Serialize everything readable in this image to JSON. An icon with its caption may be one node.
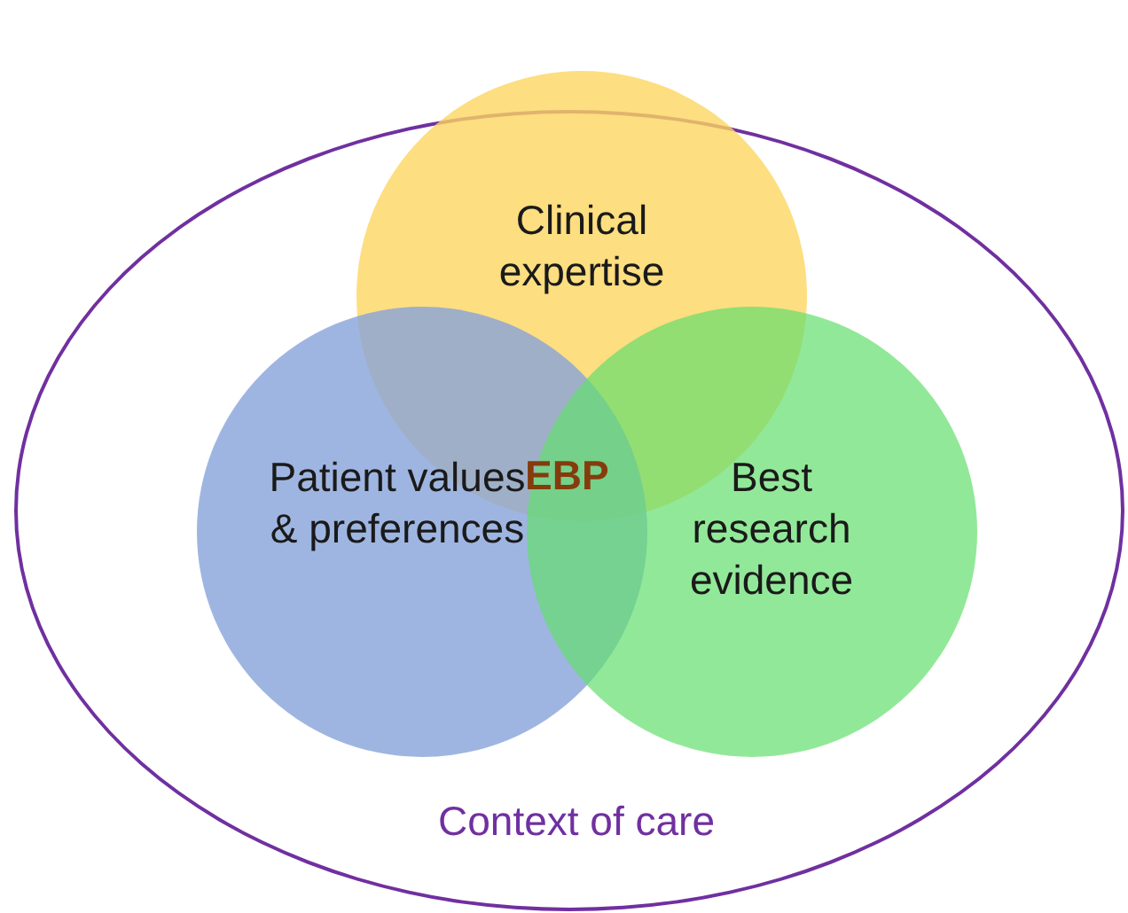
{
  "diagram": {
    "nodes": [
      {
        "text": [
          "Context of care"
        ]
      },
      {
        "text": [
          "Clinical expertise"
        ]
      },
      {
        "text": [
          "Patient values & preferences"
        ],
        "in": 0
      },
      {
        "text": [
          "Best research evidence"
        ],
        "in": 0
      }
    ],
    "labels": [
      "EBP"
    ]
  }
}
